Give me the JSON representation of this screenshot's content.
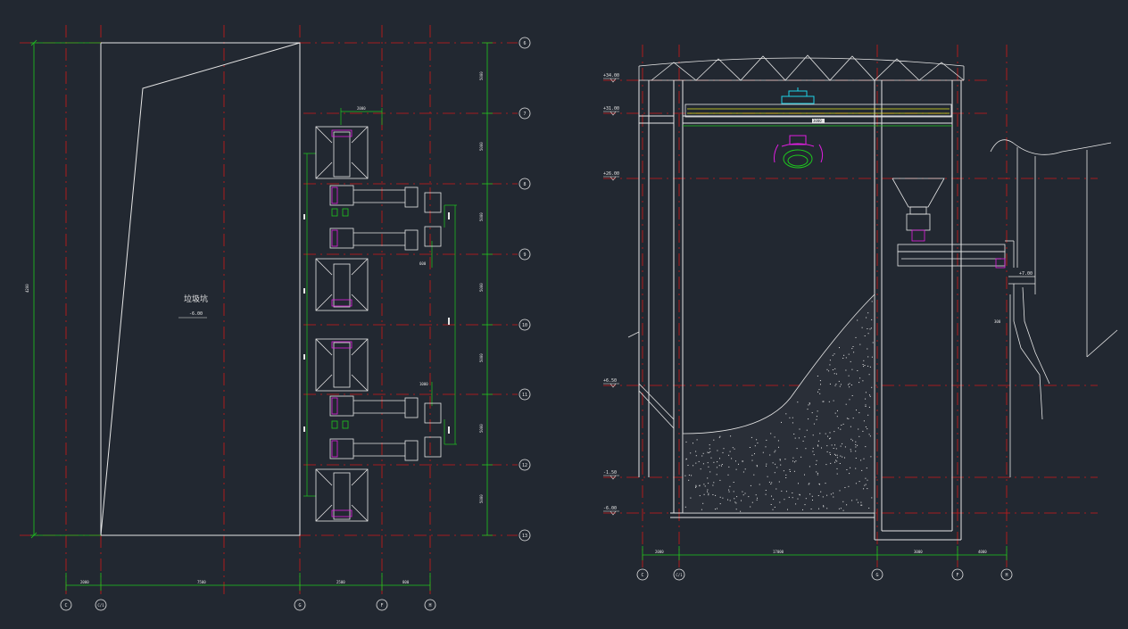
{
  "colors": {
    "background": "#222831",
    "grid_line": "#d01818",
    "outline": "#e6e6e6",
    "dimension": "#1ec81e",
    "accent_magenta": "#e01ee0",
    "accent_yellow": "#e6e61e",
    "accent_cyan": "#1ed2e6",
    "label_text": "#e6e6e6"
  },
  "plan_view": {
    "grid_bubbles_right": [
      "6",
      "7",
      "8",
      "9",
      "10",
      "11",
      "12",
      "13"
    ],
    "grid_bubbles_bottom": [
      "C",
      "C/1",
      "G",
      "F",
      "H"
    ],
    "area_label": "垃圾坑",
    "area_level": "-6.00",
    "bottom_dims": [
      "2000",
      "7500",
      "2500",
      "800"
    ],
    "overall_dim": "4200",
    "right_dims": [
      "5000",
      "5000",
      "5000",
      "5000",
      "5000",
      "5000",
      "5000"
    ],
    "feeder_dims": [
      "2000",
      "600",
      "1000"
    ]
  },
  "section_view": {
    "levels": [
      "+34.00",
      "+31.00",
      "+26.00",
      "+6.50",
      "-1.50",
      "-6.00"
    ],
    "grid_bubbles_bottom": [
      "C",
      "C/1",
      "G",
      "F",
      "H"
    ],
    "bottom_dims": [
      "2000",
      "17000",
      "3000",
      "4000"
    ],
    "crane_span": "3000",
    "right_level": "+7.00",
    "slope_dim": "300"
  }
}
